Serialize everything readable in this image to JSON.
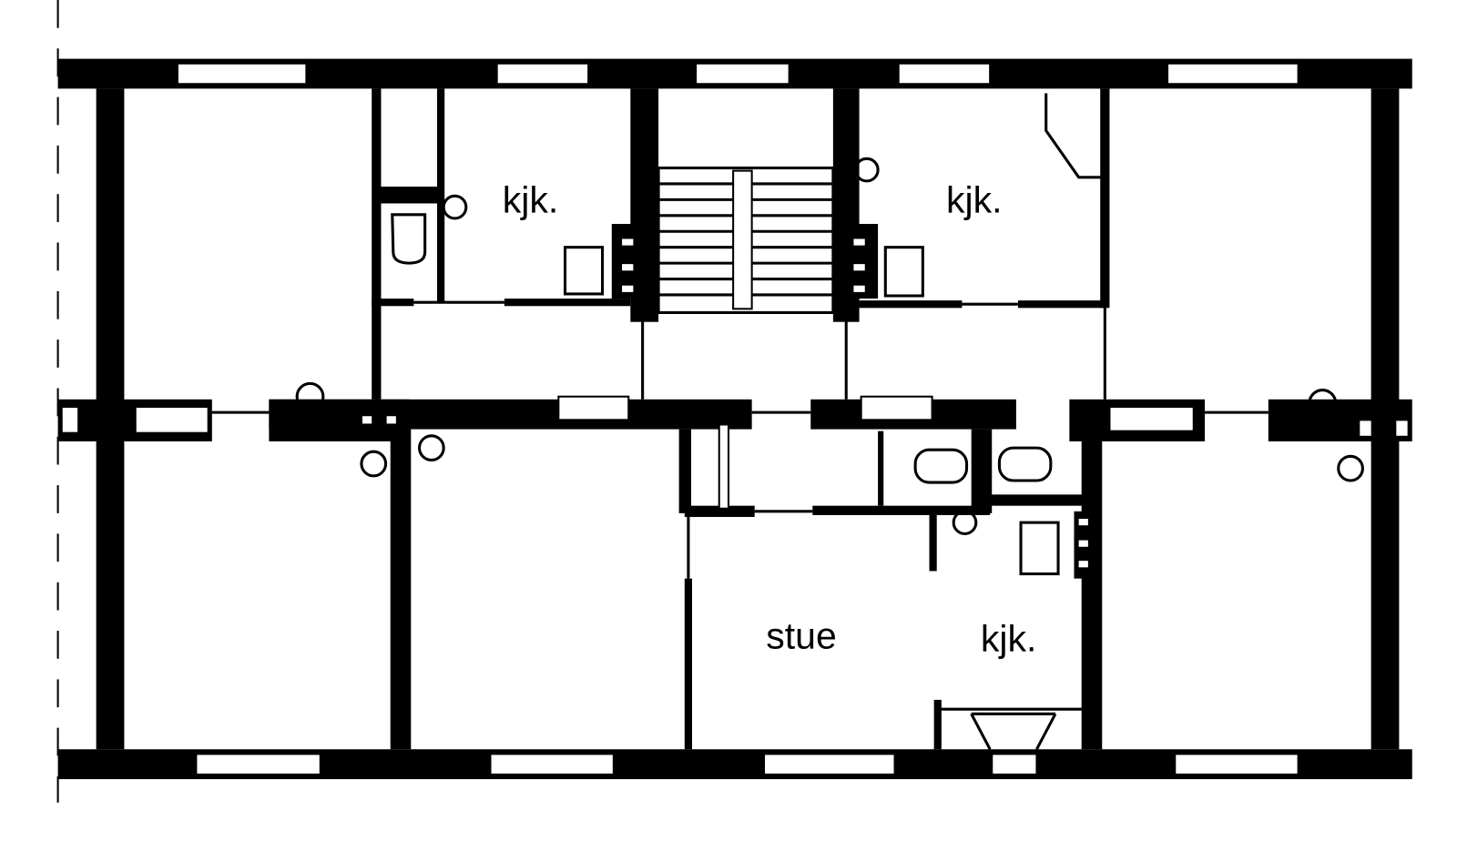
{
  "rooms": {
    "kitchen_upper_left": "kjk.",
    "kitchen_upper_right": "kjk.",
    "living_room": "stue",
    "kitchen_lower": "kjk."
  },
  "colors": {
    "wall": "#000000",
    "background": "#ffffff"
  }
}
